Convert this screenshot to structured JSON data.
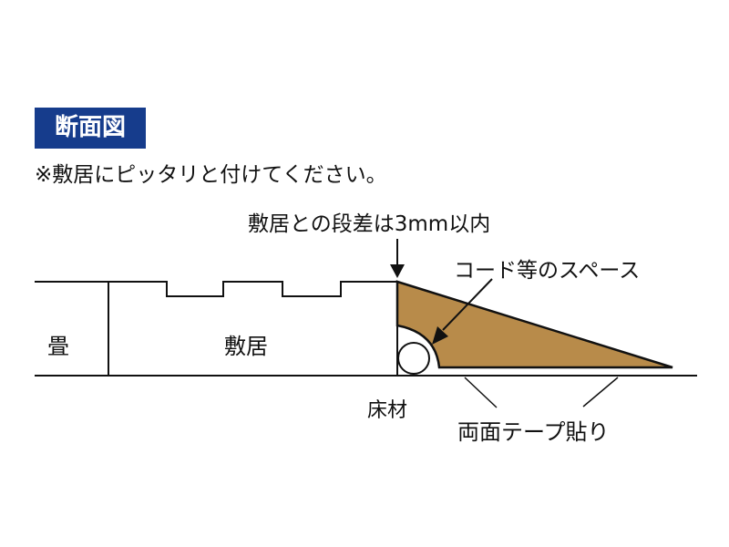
{
  "title": "断面図",
  "note": "※敷居にピッタリと付けてください。",
  "labels": {
    "step": "敷居との段差は3mm以内",
    "cord_space": "コード等のスペース",
    "tatami": "畳",
    "shikii": "敷居",
    "floor": "床材",
    "tape": "両面テープ貼り"
  },
  "colors": {
    "badge": "#163c8c",
    "ramp": "#b88b4a"
  }
}
